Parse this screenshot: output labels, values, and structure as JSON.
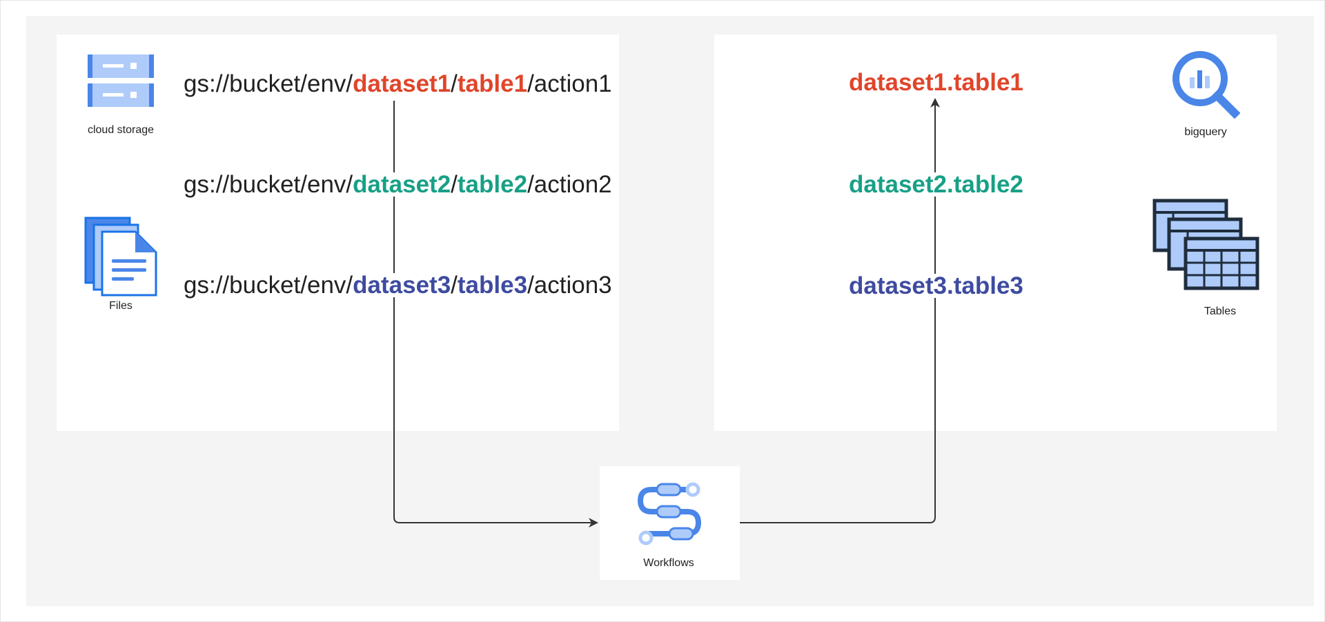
{
  "diagram": {
    "source": {
      "storage_label": "cloud storage",
      "files_label": "Files",
      "paths": [
        {
          "prefix": "gs://bucket/env/",
          "dataset": "dataset1",
          "sep": "/",
          "table": "table1",
          "suffix": "/action1",
          "color": "#e0452a"
        },
        {
          "prefix": "gs://bucket/env/",
          "dataset": "dataset2",
          "sep": "/",
          "table": "table2",
          "suffix": "/action2",
          "color": "#17a086"
        },
        {
          "prefix": "gs://bucket/env/",
          "dataset": "dataset3",
          "sep": "/",
          "table": "table3",
          "suffix": "/action3",
          "color": "#3e4ba0"
        }
      ]
    },
    "target": {
      "bigquery_label": "bigquery",
      "tables_label": "Tables",
      "datasets": [
        {
          "text": "dataset1.table1",
          "color": "#e0452a"
        },
        {
          "text": "dataset2.table2",
          "color": "#17a086"
        },
        {
          "text": "dataset3.table3",
          "color": "#3e4ba0"
        }
      ]
    },
    "orchestrator": {
      "label": "Workflows"
    },
    "colors": {
      "background": "#f4f4f4",
      "panel": "#ffffff",
      "connector": "#333333",
      "icon_blue": "#4a86e8",
      "icon_light_blue": "#aecbfa",
      "icon_dark": "#1a73e8"
    }
  }
}
